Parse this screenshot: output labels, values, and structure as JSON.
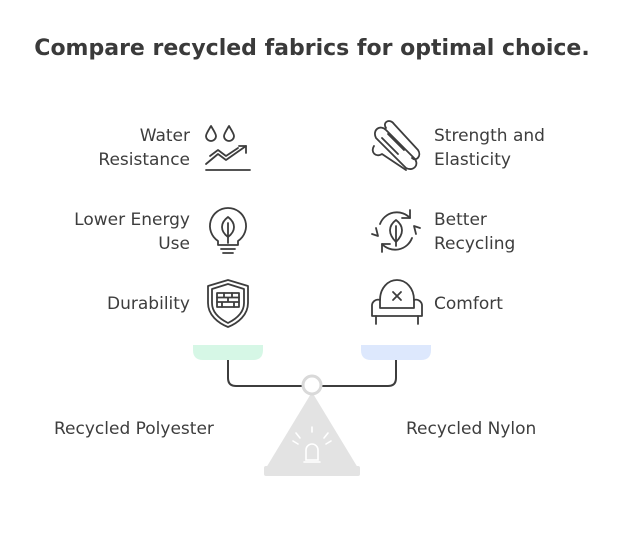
{
  "title": "Compare recycled fabrics for optimal choice.",
  "left_side": {
    "name": "Recycled Polyester",
    "color": "#d6f7e6",
    "features": [
      {
        "line1": "Water",
        "line2": "Resistance",
        "icon": "water-drops-trend-icon"
      },
      {
        "line1": "Lower Energy",
        "line2": "Use",
        "icon": "leaf-bulb-icon"
      },
      {
        "line1": "Durability",
        "line2": "",
        "icon": "shield-brick-icon"
      }
    ]
  },
  "right_side": {
    "name": "Recycled Nylon",
    "color": "#dde8fd",
    "features": [
      {
        "line1": "Strength and",
        "line2": "Elasticity",
        "icon": "fabric-strands-icon"
      },
      {
        "line1": "Better",
        "line2": "Recycling",
        "icon": "recycle-leaf-icon"
      },
      {
        "line1": "Comfort",
        "line2": "",
        "icon": "armchair-icon"
      }
    ]
  },
  "colors": {
    "text": "#3d3d3d",
    "stroke": "#3d3d3d",
    "stand": "#e3e3e3"
  }
}
